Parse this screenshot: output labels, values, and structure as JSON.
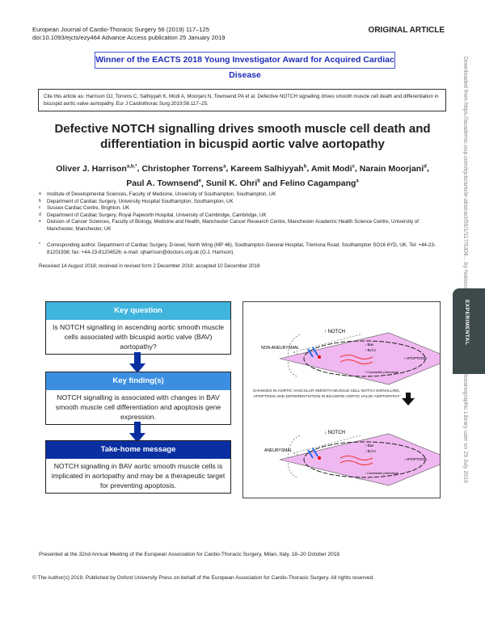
{
  "header": {
    "journal_line1": "European Journal of Cardio-Thoracic Surgery 56 (2019) 117–125",
    "journal_line2": "doi:10.1093/ejcts/ezy464    Advance Access publication 25 January 2019",
    "article_type": "ORIGINAL ARTICLE"
  },
  "award": "Winner of the EACTS 2018 Young Investigator Award for Acquired Cardiac Disease",
  "cite": "Cite this article as: Harrison OJ, Torrens C, Salhiyyah K, Modi A, Moorjani N, Townsend PA et al. Defective NOTCH signalling drives smooth muscle cell death and differentiation in bicuspid aortic valve aortopathy. Eur J Cardiothorac Surg 2019;56:117–25.",
  "title": "Defective NOTCH signalling drives smooth muscle cell death and differentiation in bicuspid aortic valve aortopathy",
  "authors": [
    {
      "name": "Oliver J. Harrison",
      "sup": "a,b,*"
    },
    {
      "name": "Christopher Torrens",
      "sup": "a"
    },
    {
      "name": "Kareem Salhiyyah",
      "sup": "b"
    },
    {
      "name": "Amit Modi",
      "sup": "c"
    },
    {
      "name": "Narain Moorjani",
      "sup": "d"
    },
    {
      "name": "Paul A. Townsend",
      "sup": "e"
    },
    {
      "name": "Sunil K. Ohri",
      "sup": "b"
    },
    {
      "name": "Felino Cagampang",
      "sup": "a"
    }
  ],
  "affiliations": [
    {
      "key": "a",
      "text": "Institute of Developmental Sciences, Faculty of Medicine, University of Southampton, Southampton, UK"
    },
    {
      "key": "b",
      "text": "Department of Cardiac Surgery, University Hospital Southampton, Southampton, UK"
    },
    {
      "key": "c",
      "text": "Sussex Cardiac Centre, Brighton, UK"
    },
    {
      "key": "d",
      "text": "Department of Cardiac Surgery, Royal Papworth Hospital, University of Cambridge, Cambridge, UK"
    },
    {
      "key": "e",
      "text": "Division of Cancer Sciences, Faculty of Biology, Medicine and Health, Manchester Cancer Research Centre, Manchester Academic Health Science Centre, University of Manchester, Manchester, UK"
    }
  ],
  "corresponding": {
    "key": "*",
    "text": "Corresponding author. Department of Cardiac Surgery, D-level, North Wing (MP 46), Southampton General Hospital, Tremona Road, Southampton SO16 6YD, UK. Tel: +44-23-81201938; fax: +44-23-81204526; e-mail: ojharrison@doctors.org.uk (O.J. Harrison)."
  },
  "received": "Received 14 August 2018; received in revised form 2 December 2018; accepted 10 December 2018",
  "key_boxes": [
    {
      "heading": "Key question",
      "body": "Is NOTCH signalling in ascending aortic smooth muscle cells associated with bicuspid aortic valve (BAV) aortopathy?",
      "color": "#3fb4dd"
    },
    {
      "heading": "Key finding(s)",
      "body": "NOTCH signalling is associated with changes in BAV smooth muscle cell differentiation and apoptosis gene expression.",
      "color": "#3c8fe0"
    },
    {
      "heading": "Take-home message",
      "body": "NOTCH signalling in BAV aortic smooth muscle cells is implicated in aortopathy and may be a therapeutic target for preventing apoptosis.",
      "color": "#0a2fa0"
    }
  ],
  "figure": {
    "top": {
      "label": "NON-ANEURYSMAL",
      "notch": "↑ NOTCH",
      "bax": "↓ Bax",
      "bcl": "↑ Bcl-2",
      "apoptosis": "↑ APOPTOSIS",
      "phenotype": "↑ Contractile phenotype"
    },
    "middle": "CHANGES IN AORTIC VASCULAR SMOOTH MUSCLE CELL NOTCH SIGNALLING, APOPTOSIS AND DIFFERENTIATION IN BICUSPID AORTIC VALVE AORTOPATHY",
    "bottom": {
      "label": "ANEURYSMAL",
      "notch": "↓ NOTCH",
      "bax": "↑ Bax",
      "bcl": "↓ Bcl-2",
      "apoptosis": "↓ APOPTOSIS",
      "phenotype": "↓ Contractile phenotype"
    },
    "diamond_color": "#f0b8f0"
  },
  "side": {
    "download": "Downloaded from https://academic.oup.com/ejcts/article-abstract/56/1/117/5304... by National Oceanography Centre National Oceanographic Library user on 29 July 2019",
    "section_tab": "EXPERIMENTAL"
  },
  "footer": {
    "presented": "Presented at the 32nd Annual Meeting of the European Association for Cardio-Thoracic Surgery, Milan, Italy, 18–20 October 2018.",
    "copyright": "© The Author(s) 2019. Published by Oxford University Press on behalf of the European Association for Cardio-Thoracic Surgery. All rights reserved."
  }
}
